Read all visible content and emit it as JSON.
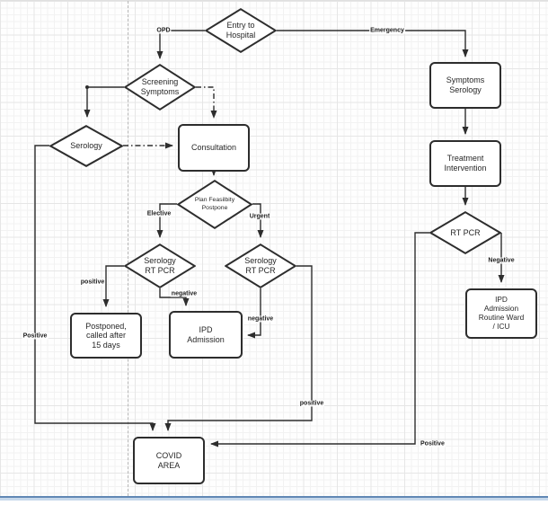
{
  "diagram": {
    "type": "flowchart",
    "subject": "Hospital entry COVID triage pathway",
    "colors": {
      "line": "#2d2d2d",
      "node_fill": "#ffffff",
      "node_text": "#272727",
      "grid_minor": "#f2f2f2",
      "grid_major": "#e6e6e6",
      "separator_dash": "#b9b9b9",
      "bottom_bar_dark": "#6188b5",
      "bottom_bar_light": "#c6d8eb"
    },
    "nodes": {
      "entry": "Entry to\nHospital",
      "screening": "Screening\nSymptoms",
      "serology": "Serology",
      "consultation": "Consultation",
      "plan": "Plan Feasilbity\nPostpone",
      "srp_left": "Serology\nRT PCR",
      "srp_right": "Serology\nRT PCR",
      "postponed": "Postponed,\ncalled after\n15 days",
      "ipd": "IPD\nAdmission",
      "covid": "COVID\nAREA",
      "symptoms_serology": "Symptoms\nSerology",
      "treatment": "Treatment\nIntervention",
      "rtpcr": "RT PCR",
      "ipd_routine": "IPD\nAdmission\nRoutine Ward\n/ ICU"
    },
    "edge_labels": {
      "opd": "OPD",
      "emergency": "Emergency",
      "elective": "Elective",
      "urgent": "Urgent",
      "positive_srp_left": "positive",
      "negative_srp_left": "negative",
      "negative_srp_right": "negative",
      "positive_srp_right": "positive",
      "positive_serology": "Positive",
      "negative_rtpcr": "Negative",
      "positive_rtpcr": "Positive"
    }
  }
}
